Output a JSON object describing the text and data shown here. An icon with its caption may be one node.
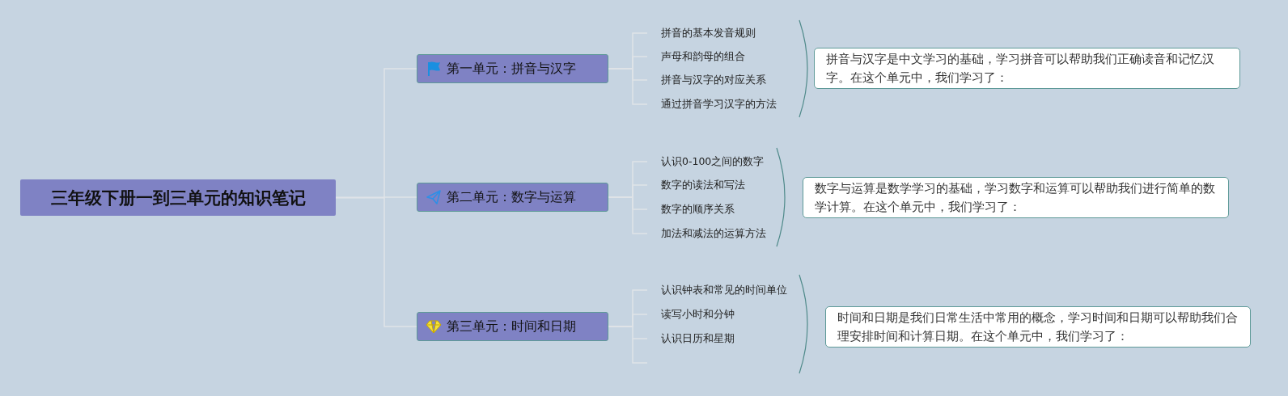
{
  "diagram": {
    "nodes": [
      {
        "text": [
          "三年级下册一到三单元的知识笔记"
        ]
      },
      {
        "text": [
          "第一单元：拼音与汉字"
        ]
      },
      {
        "text": [
          "拼音的基本发音规则"
        ]
      },
      {
        "text": [
          "声母和韵母的组合"
        ]
      },
      {
        "text": [
          "拼音与汉字的对应关系"
        ]
      },
      {
        "text": [
          "通过拼音学习汉字的方法"
        ]
      },
      {
        "text": [
          "拼音与汉字是中文学习的基础，学习拼音可以帮助我们正确读音和记忆汉字。在这个单元中，我们学习了："
        ]
      },
      {
        "text": [
          "第二单元：数字与运算"
        ]
      },
      {
        "text": [
          "认识0-100之间的数字"
        ]
      },
      {
        "text": [
          "数字的读法和写法"
        ]
      },
      {
        "text": [
          "数字的顺序关系"
        ]
      },
      {
        "text": [
          "加法和减法的运算方法"
        ]
      },
      {
        "text": [
          "数字与运算是数学学习的基础，学习数字和运算可以帮助我们进行简单的数学计算。在这个单元中，我们学习了："
        ]
      },
      {
        "text": [
          "第三单元：时间和日期"
        ]
      },
      {
        "text": [
          "认识钟表和常见的时间单位"
        ]
      },
      {
        "text": [
          "读写小时和分钟"
        ]
      },
      {
        "text": [
          "认识日历和星期"
        ]
      },
      {
        "text": [
          "时间和日期是我们日常生活中常用的概念，学习时间和日期可以帮助我们合理安排时间和计算日期。在这个单元中，我们学习了："
        ]
      }
    ],
    "edges": [
      {
        "from": 0,
        "to": 1,
        "arrow": "none"
      },
      {
        "from": 0,
        "to": 7,
        "arrow": "none"
      },
      {
        "from": 0,
        "to": 13,
        "arrow": "none"
      },
      {
        "from": 1,
        "to": 2,
        "arrow": "none"
      },
      {
        "from": 1,
        "to": 3,
        "arrow": "none"
      },
      {
        "from": 1,
        "to": 4,
        "arrow": "none"
      },
      {
        "from": 1,
        "to": 5,
        "arrow": "none"
      },
      {
        "from": 7,
        "to": 8,
        "arrow": "none"
      },
      {
        "from": 7,
        "to": 9,
        "arrow": "none"
      },
      {
        "from": 7,
        "to": 10,
        "arrow": "none"
      },
      {
        "from": 7,
        "to": 11,
        "arrow": "none"
      },
      {
        "from": 13,
        "to": 14,
        "arrow": "none"
      },
      {
        "from": 13,
        "to": 15,
        "arrow": "none"
      },
      {
        "from": 13,
        "to": 16,
        "arrow": "none"
      }
    ]
  }
}
